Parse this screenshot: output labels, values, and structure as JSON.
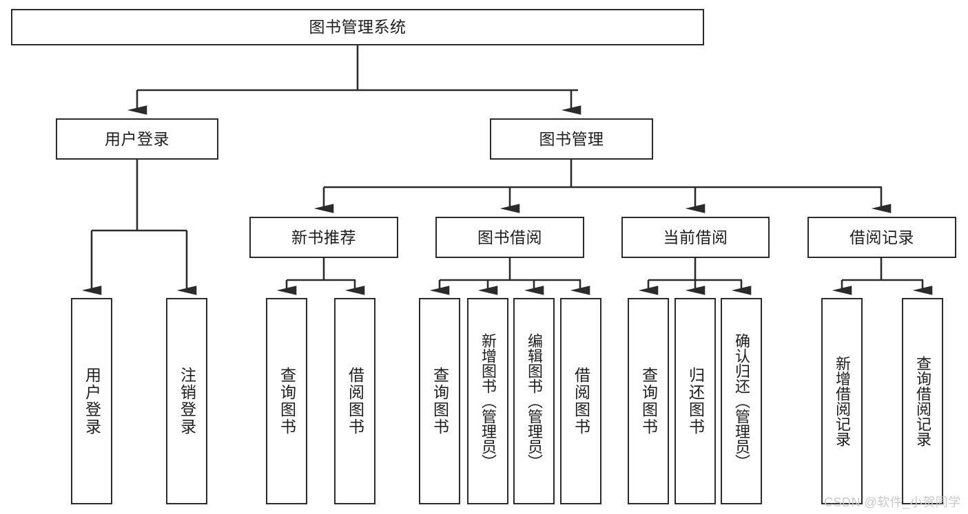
{
  "diagram": {
    "type": "hierarchy-tree",
    "title": "图书管理系统",
    "levels": 4,
    "nodes": {
      "root": {
        "label": "图书管理系统"
      },
      "user_login": {
        "label": "用户登录"
      },
      "book_manage": {
        "label": "图书管理"
      },
      "new_book_rec": {
        "label": "新书推荐"
      },
      "book_borrow": {
        "label": "图书借阅"
      },
      "current_borrow": {
        "label": "当前借阅"
      },
      "borrow_record": {
        "label": "借阅记录"
      },
      "leaf_user_login": {
        "label": "用户登录"
      },
      "leaf_logout": {
        "label": "注销登录"
      },
      "leaf_query_book_1": {
        "label": "查询图书"
      },
      "leaf_borrow_book_1": {
        "label": "借阅图书"
      },
      "leaf_query_book_2": {
        "label": "查询图书"
      },
      "leaf_add_book": {
        "label": "新增图书（管理员）"
      },
      "leaf_edit_book": {
        "label": "编辑图书（管理员）"
      },
      "leaf_borrow_book_2": {
        "label": "借阅图书"
      },
      "leaf_query_book_3": {
        "label": "查询图书"
      },
      "leaf_return_book": {
        "label": "归还图书"
      },
      "leaf_confirm_return": {
        "label": "确认归还（管理员）"
      },
      "leaf_add_record": {
        "label": "新增借阅记录"
      },
      "leaf_query_record": {
        "label": "查询借阅记录"
      }
    }
  },
  "watermark": {
    "text": "CSDN @软件_小贺同学"
  },
  "colors": {
    "box_border": "#2b2b2b",
    "box_fill": "#ffffff",
    "connector": "#2b2b2b",
    "text": "#1d1d1d",
    "watermark": "#c9c9c9",
    "background": "#ffffff"
  }
}
